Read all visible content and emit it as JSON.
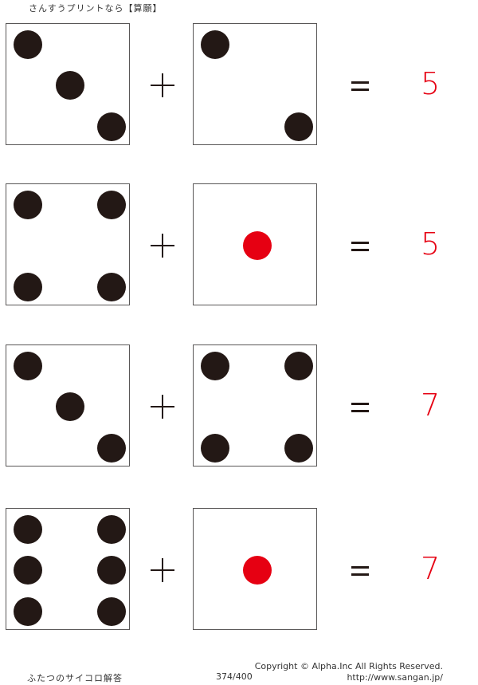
{
  "header": {
    "title": "さんすうプリントなら【算願】"
  },
  "colors": {
    "pip": "#231815",
    "pip_highlight": "#e60012",
    "answer": "#e60012",
    "border": "#595757"
  },
  "problems": [
    {
      "left_die": 3,
      "right_die": 2,
      "operator": "+",
      "equals": "=",
      "answer": "5"
    },
    {
      "left_die": 4,
      "right_die": 1,
      "operator": "+",
      "equals": "=",
      "answer": "5"
    },
    {
      "left_die": 3,
      "right_die": 4,
      "operator": "+",
      "equals": "=",
      "answer": "7"
    },
    {
      "left_die": 6,
      "right_die": 1,
      "operator": "+",
      "equals": "=",
      "answer": "7"
    }
  ],
  "footer": {
    "title": "ふたつのサイコロ解答",
    "page": "374/400",
    "copyright": "Copyright ©  Alpha.Inc All Rights Reserved.",
    "url": "http://www.sangan.jp/"
  }
}
